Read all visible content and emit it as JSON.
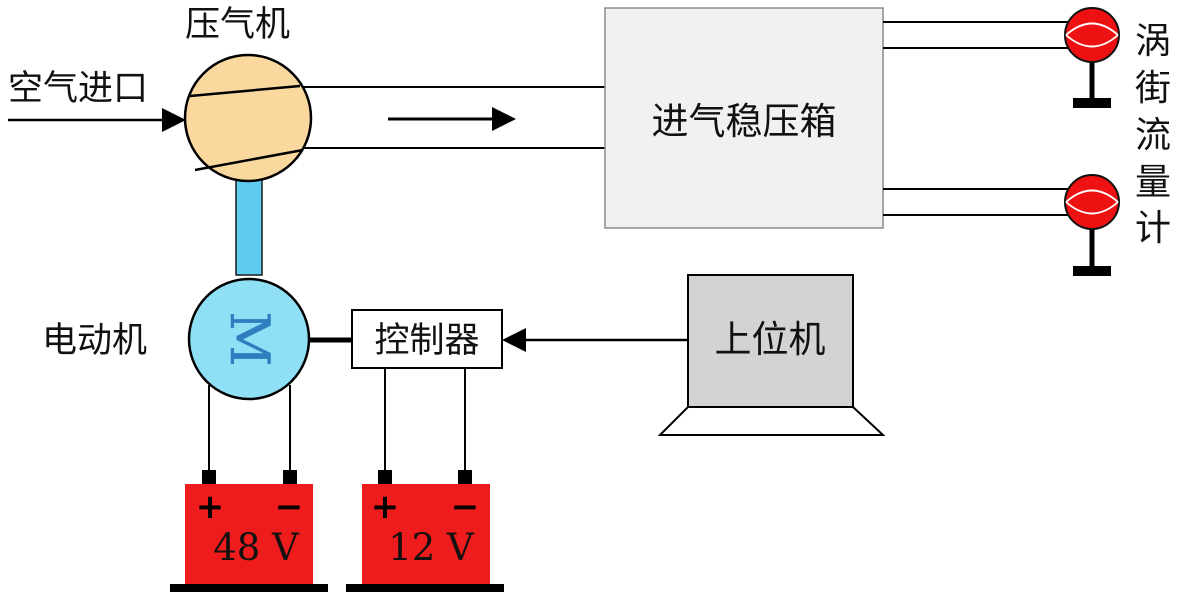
{
  "labels": {
    "compressor": "压气机",
    "air_inlet": "空气进口",
    "plenum": "进气稳压箱",
    "motor": "电动机",
    "controller": "控制器",
    "host_pc": "上位机",
    "flowmeter_chars": [
      "涡",
      "街",
      "流",
      "量",
      "计"
    ]
  },
  "batteries": [
    {
      "voltage": "48 V",
      "plus": "+",
      "minus": "−"
    },
    {
      "voltage": "12 V",
      "plus": "+",
      "minus": "−"
    }
  ],
  "motor_symbol": "M",
  "colors": {
    "compressor_fill": "#fbd99e",
    "shaft_fill": "#5ecdf0",
    "motor_fill": "#8fe0f5",
    "plenum_fill": "#f1f1f1",
    "host_screen_fill": "#d3d3d3",
    "battery_fill": "#ee1c1c",
    "flowmeter_fill": "#ee1111"
  }
}
